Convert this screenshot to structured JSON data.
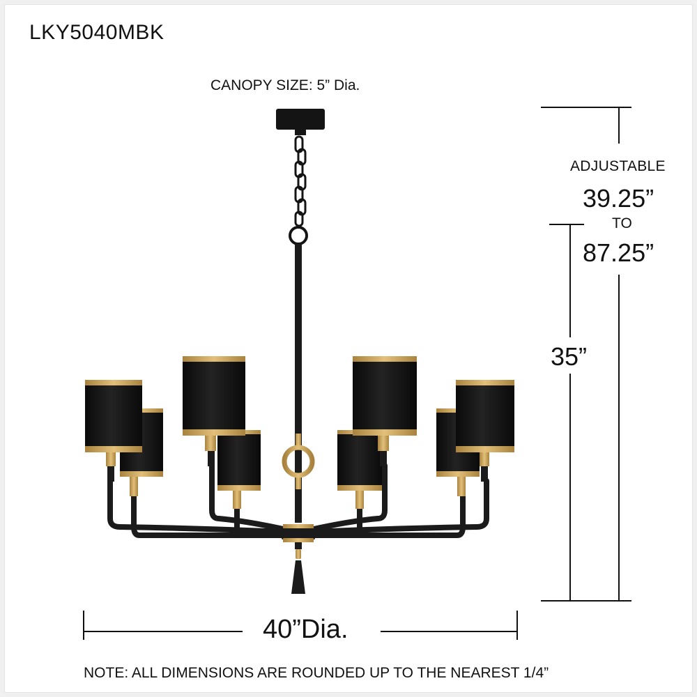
{
  "model_number": "LKY5040MBK",
  "canopy_size": "CANOPY SIZE: 5” Dia.",
  "adjustable_label": "ADJUSTABLE",
  "adjustable_min": "39.25”",
  "adjustable_to": "TO",
  "adjustable_max": "87.25”",
  "body_height": "35”",
  "diameter": "40”Dia.",
  "note": "NOTE: ALL DIMENSIONS ARE ROUNDED UP TO THE NEAREST 1/4”",
  "colors": {
    "shade": "#141414",
    "frame": "#1b1b1b",
    "gold": "#c9a35a",
    "gold_dark": "#a8823e",
    "line": "#111111"
  },
  "icons": [
    "chandelier-illustration",
    "chain-icon",
    "canopy-icon"
  ]
}
